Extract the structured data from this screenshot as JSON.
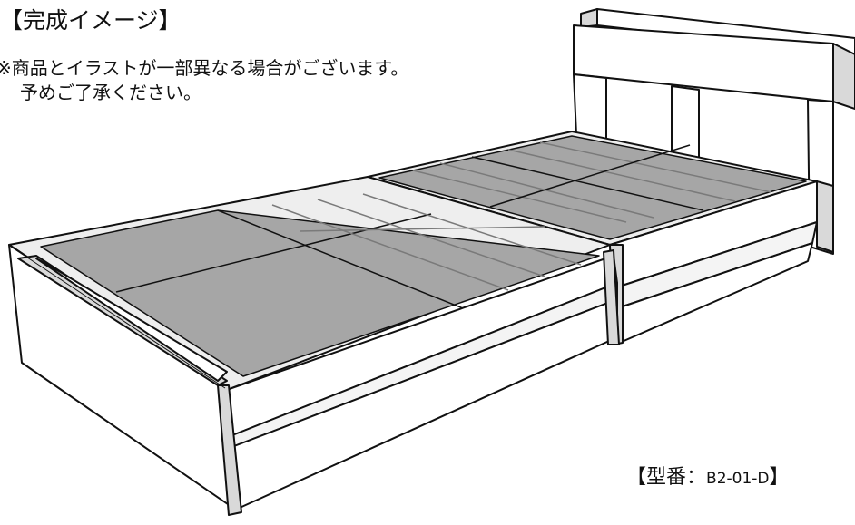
{
  "caption": {
    "title": "【完成イメージ】",
    "note_line1": "※商品とイラストが一部異なる場合がございます。",
    "note_line2": "予めご了承ください。"
  },
  "model": {
    "bracket_open": "【",
    "label": "型番：",
    "code": "B2-01-D",
    "bracket_close": "】"
  },
  "illustration": {
    "subject": "bed-frame-with-headboard-and-slatted-base",
    "colors": {
      "frame": "#ffffff",
      "outline": "#111111",
      "panel": "#a6a6a6",
      "panel_line": "#7a7a7a",
      "shade": "#d9d9d9"
    }
  }
}
